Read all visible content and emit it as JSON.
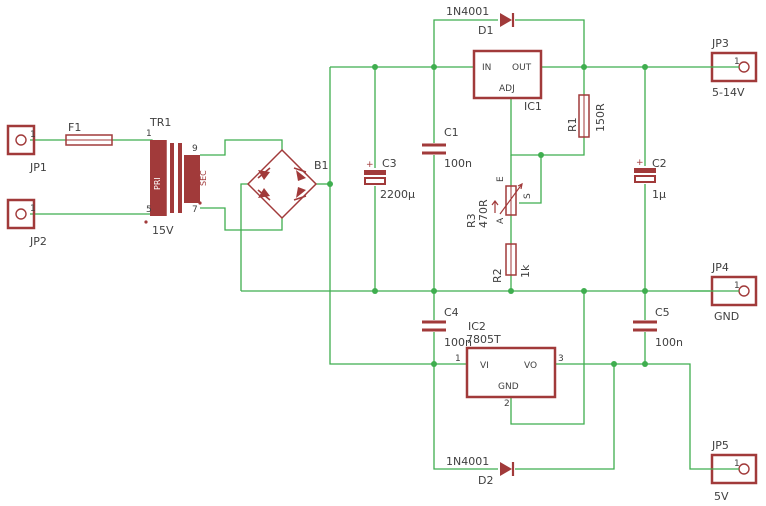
{
  "schematic": {
    "connectors": {
      "jp1": {
        "name": "JP1",
        "pin": "1"
      },
      "jp2": {
        "name": "JP2",
        "pin": "1"
      },
      "jp3": {
        "name": "JP3",
        "pin": "1",
        "value": "5-14V"
      },
      "jp4": {
        "name": "JP4",
        "pin": "1",
        "value": "GND"
      },
      "jp5": {
        "name": "JP5",
        "pin": "1",
        "value": "5V"
      }
    },
    "fuse": {
      "name": "F1"
    },
    "transformer": {
      "name": "TR1",
      "value": "15V",
      "pri": "PRI",
      "sec": "SEC",
      "pin1": "1",
      "pin5": "5",
      "pin9": "9",
      "pin7": "7"
    },
    "bridge": {
      "name": "B1"
    },
    "capacitors": {
      "c1": {
        "name": "C1",
        "value": "100n"
      },
      "c2": {
        "name": "C2",
        "value": "1µ"
      },
      "c3": {
        "name": "C3",
        "value": "2200µ"
      },
      "c4": {
        "name": "C4",
        "value": "100n"
      },
      "c5": {
        "name": "C5",
        "value": "100n"
      }
    },
    "resistors": {
      "r1": {
        "name": "R1",
        "value": "150R"
      },
      "r2": {
        "name": "R2",
        "value": "1k"
      },
      "r3": {
        "name": "R3",
        "value": "470R",
        "pin_e": "E",
        "pin_a": "A",
        "pin_s": "S"
      }
    },
    "diodes": {
      "d1": {
        "name": "D1",
        "value": "1N4001"
      },
      "d2": {
        "name": "D2",
        "value": "1N4001"
      }
    },
    "regulators": {
      "ic1": {
        "name": "IC1",
        "in": "IN",
        "out": "OUT",
        "adj": "ADJ"
      },
      "ic2": {
        "name": "IC2",
        "value": "7805T",
        "vi": "VI",
        "vo": "VO",
        "gnd": "GND",
        "pin1": "1",
        "pin2": "2",
        "pin3": "3"
      }
    },
    "colors": {
      "wire": "#3fae4f",
      "part": "#a13a3a",
      "text": "#3f3f3f",
      "background": "#ffffff"
    }
  }
}
